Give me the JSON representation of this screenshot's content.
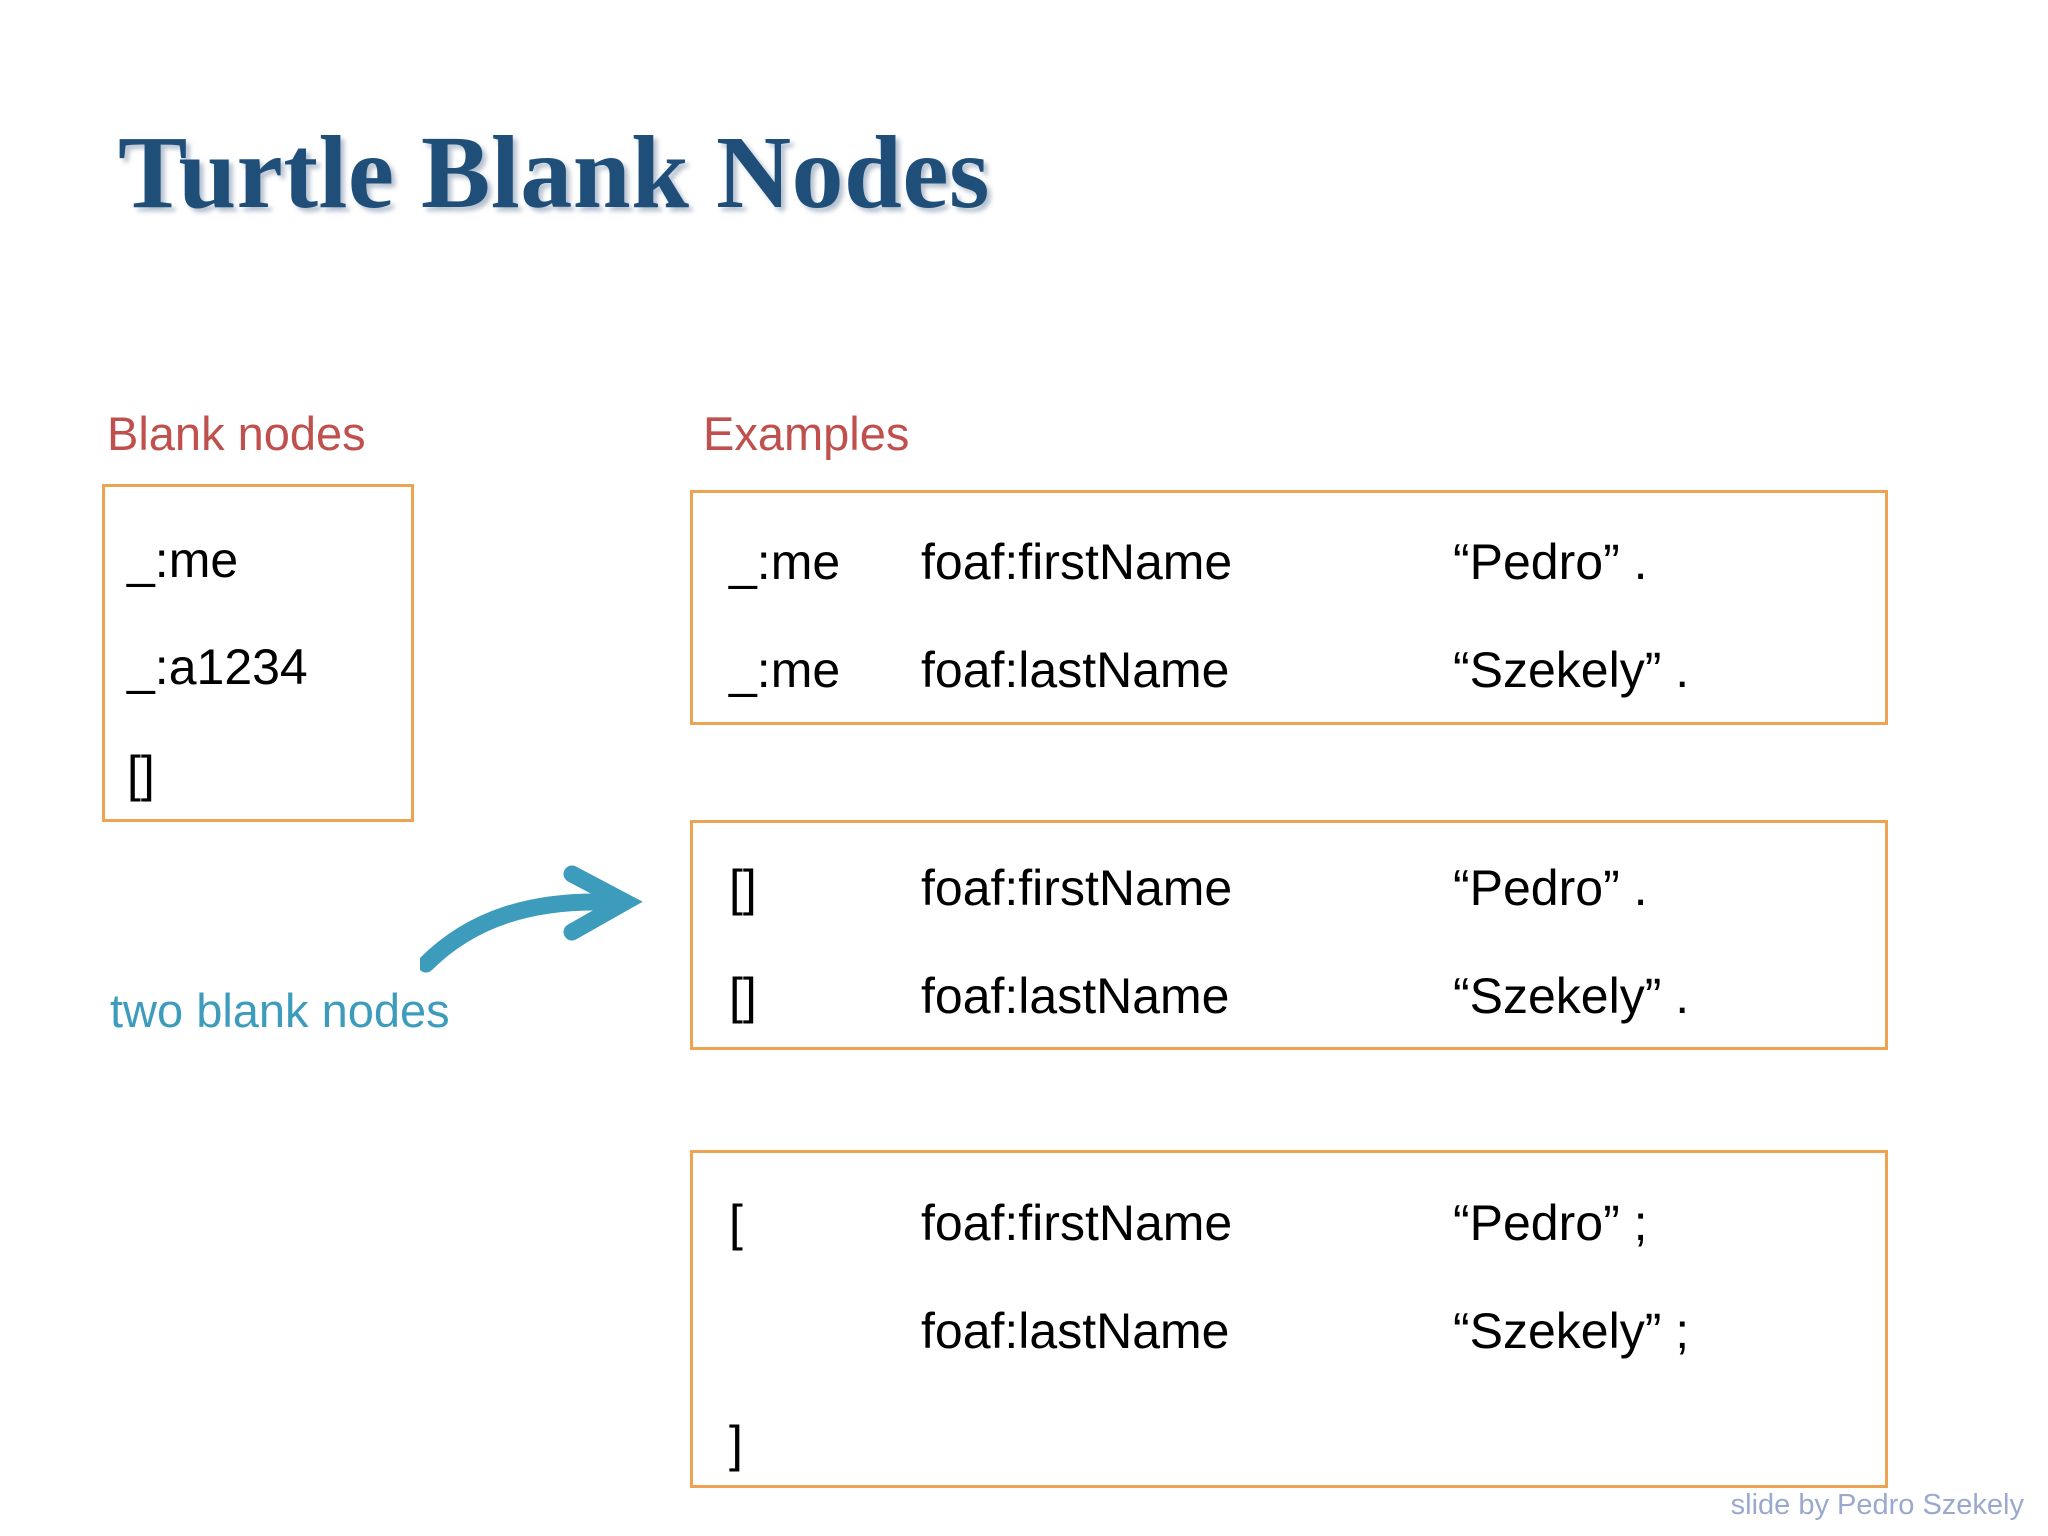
{
  "slide": {
    "title": "Turtle Blank Nodes",
    "credit": "slide by Pedro Szekely",
    "colors": {
      "title": "#1f4e79",
      "header": "#c0504d",
      "box_border": "#eda351",
      "accent_teal": "#3d9cbc",
      "credit": "#9aa9cd",
      "code_text": "#000000",
      "background": "#ffffff"
    }
  },
  "blank_nodes_panel": {
    "header": "Blank nodes",
    "lines": [
      "_:me",
      "_:a1234",
      "[]"
    ]
  },
  "examples_panel": {
    "header": "Examples",
    "boxes": [
      {
        "rows": [
          {
            "subject": "_:me",
            "predicate": "foaf:firstName",
            "object": "“Pedro” ."
          },
          {
            "subject": "_:me",
            "predicate": "foaf:lastName",
            "object": "“Szekely” ."
          }
        ]
      },
      {
        "rows": [
          {
            "subject": "[]",
            "predicate": "foaf:firstName",
            "object": "“Pedro” ."
          },
          {
            "subject": "[]",
            "predicate": "foaf:lastName",
            "object": "“Szekely” ."
          }
        ]
      },
      {
        "rows": [
          {
            "subject": "[",
            "predicate": "foaf:firstName",
            "object": "“Pedro” ;"
          },
          {
            "subject": "",
            "predicate": "foaf:lastName",
            "object": "“Szekely” ;"
          },
          {
            "subject": "]",
            "predicate": "",
            "object": ""
          }
        ]
      }
    ]
  },
  "annotation": {
    "caption": "two blank nodes",
    "arrow_icon": "curved-arrow-right-icon"
  }
}
